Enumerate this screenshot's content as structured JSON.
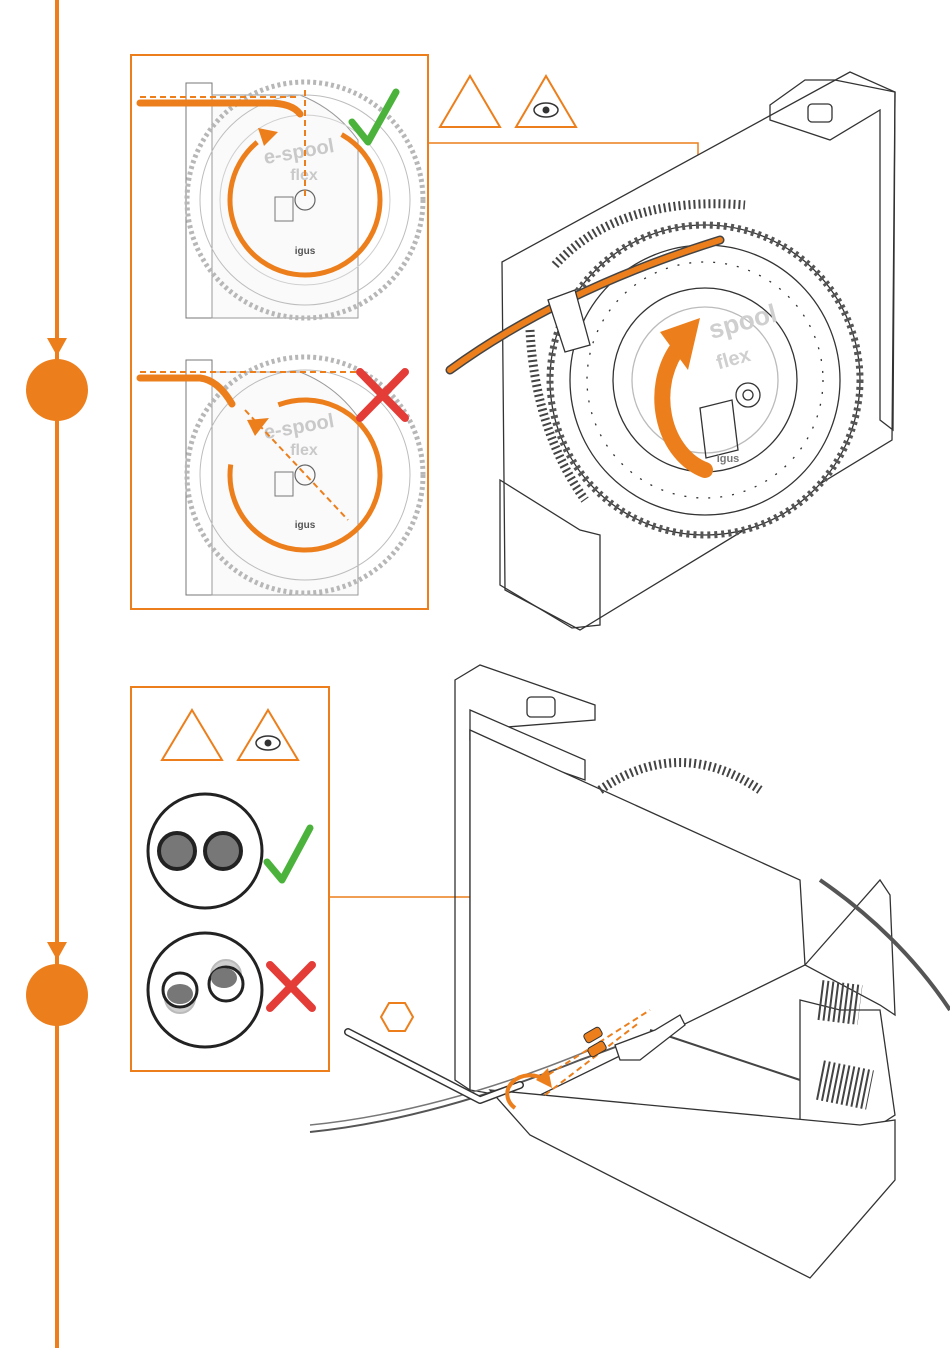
{
  "colors": {
    "accent": "#ec7f1c",
    "ok": "#4bb33b",
    "bad": "#e43c37",
    "line": "#3a3a3a",
    "light": "#9a9a9a"
  },
  "steps": [
    {
      "id": "step-1",
      "warning_icons": [
        "caution-triangle-icon",
        "inspect-eye-icon"
      ],
      "correct": {
        "result_icon": "checkmark-icon",
        "logo_text_top": "e-spool",
        "logo_text_bottom": "flex",
        "brand_text": "igus"
      },
      "incorrect": {
        "result_icon": "cross-icon",
        "logo_text_top": "e-spool",
        "logo_text_bottom": "flex",
        "brand_text": "igus"
      },
      "main_labels": {
        "logo_text_top": "spool",
        "logo_text_bottom": "flex",
        "brand_text": "igus"
      }
    },
    {
      "id": "step-2",
      "warning_icons": [
        "caution-triangle-icon",
        "inspect-eye-icon"
      ],
      "correct": {
        "result_icon": "checkmark-icon"
      },
      "incorrect": {
        "result_icon": "cross-icon"
      },
      "tool_icon": "hex-key-icon"
    }
  ]
}
